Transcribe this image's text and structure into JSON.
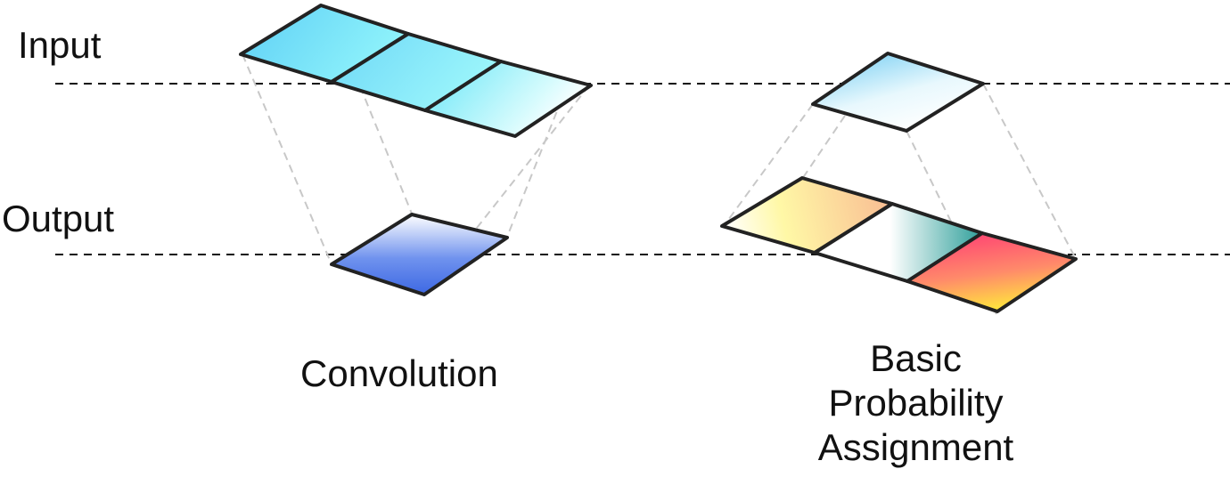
{
  "labels": {
    "input": "Input",
    "output": "Output",
    "convolution": "Convolution",
    "bpa_lines": [
      "Basic",
      "Probability",
      "Assignment"
    ]
  },
  "colors": {
    "outline": "#222222",
    "level_line": "#111111",
    "projection_line": "#c8c8c8",
    "cyan": "#5ecff5",
    "blue": "#4a74e6",
    "yellow": "#fff7a8",
    "peach": "#f9c79e",
    "teal": "#3aa9a3",
    "pink": "#ff4f77",
    "gold": "#ffe04a"
  }
}
